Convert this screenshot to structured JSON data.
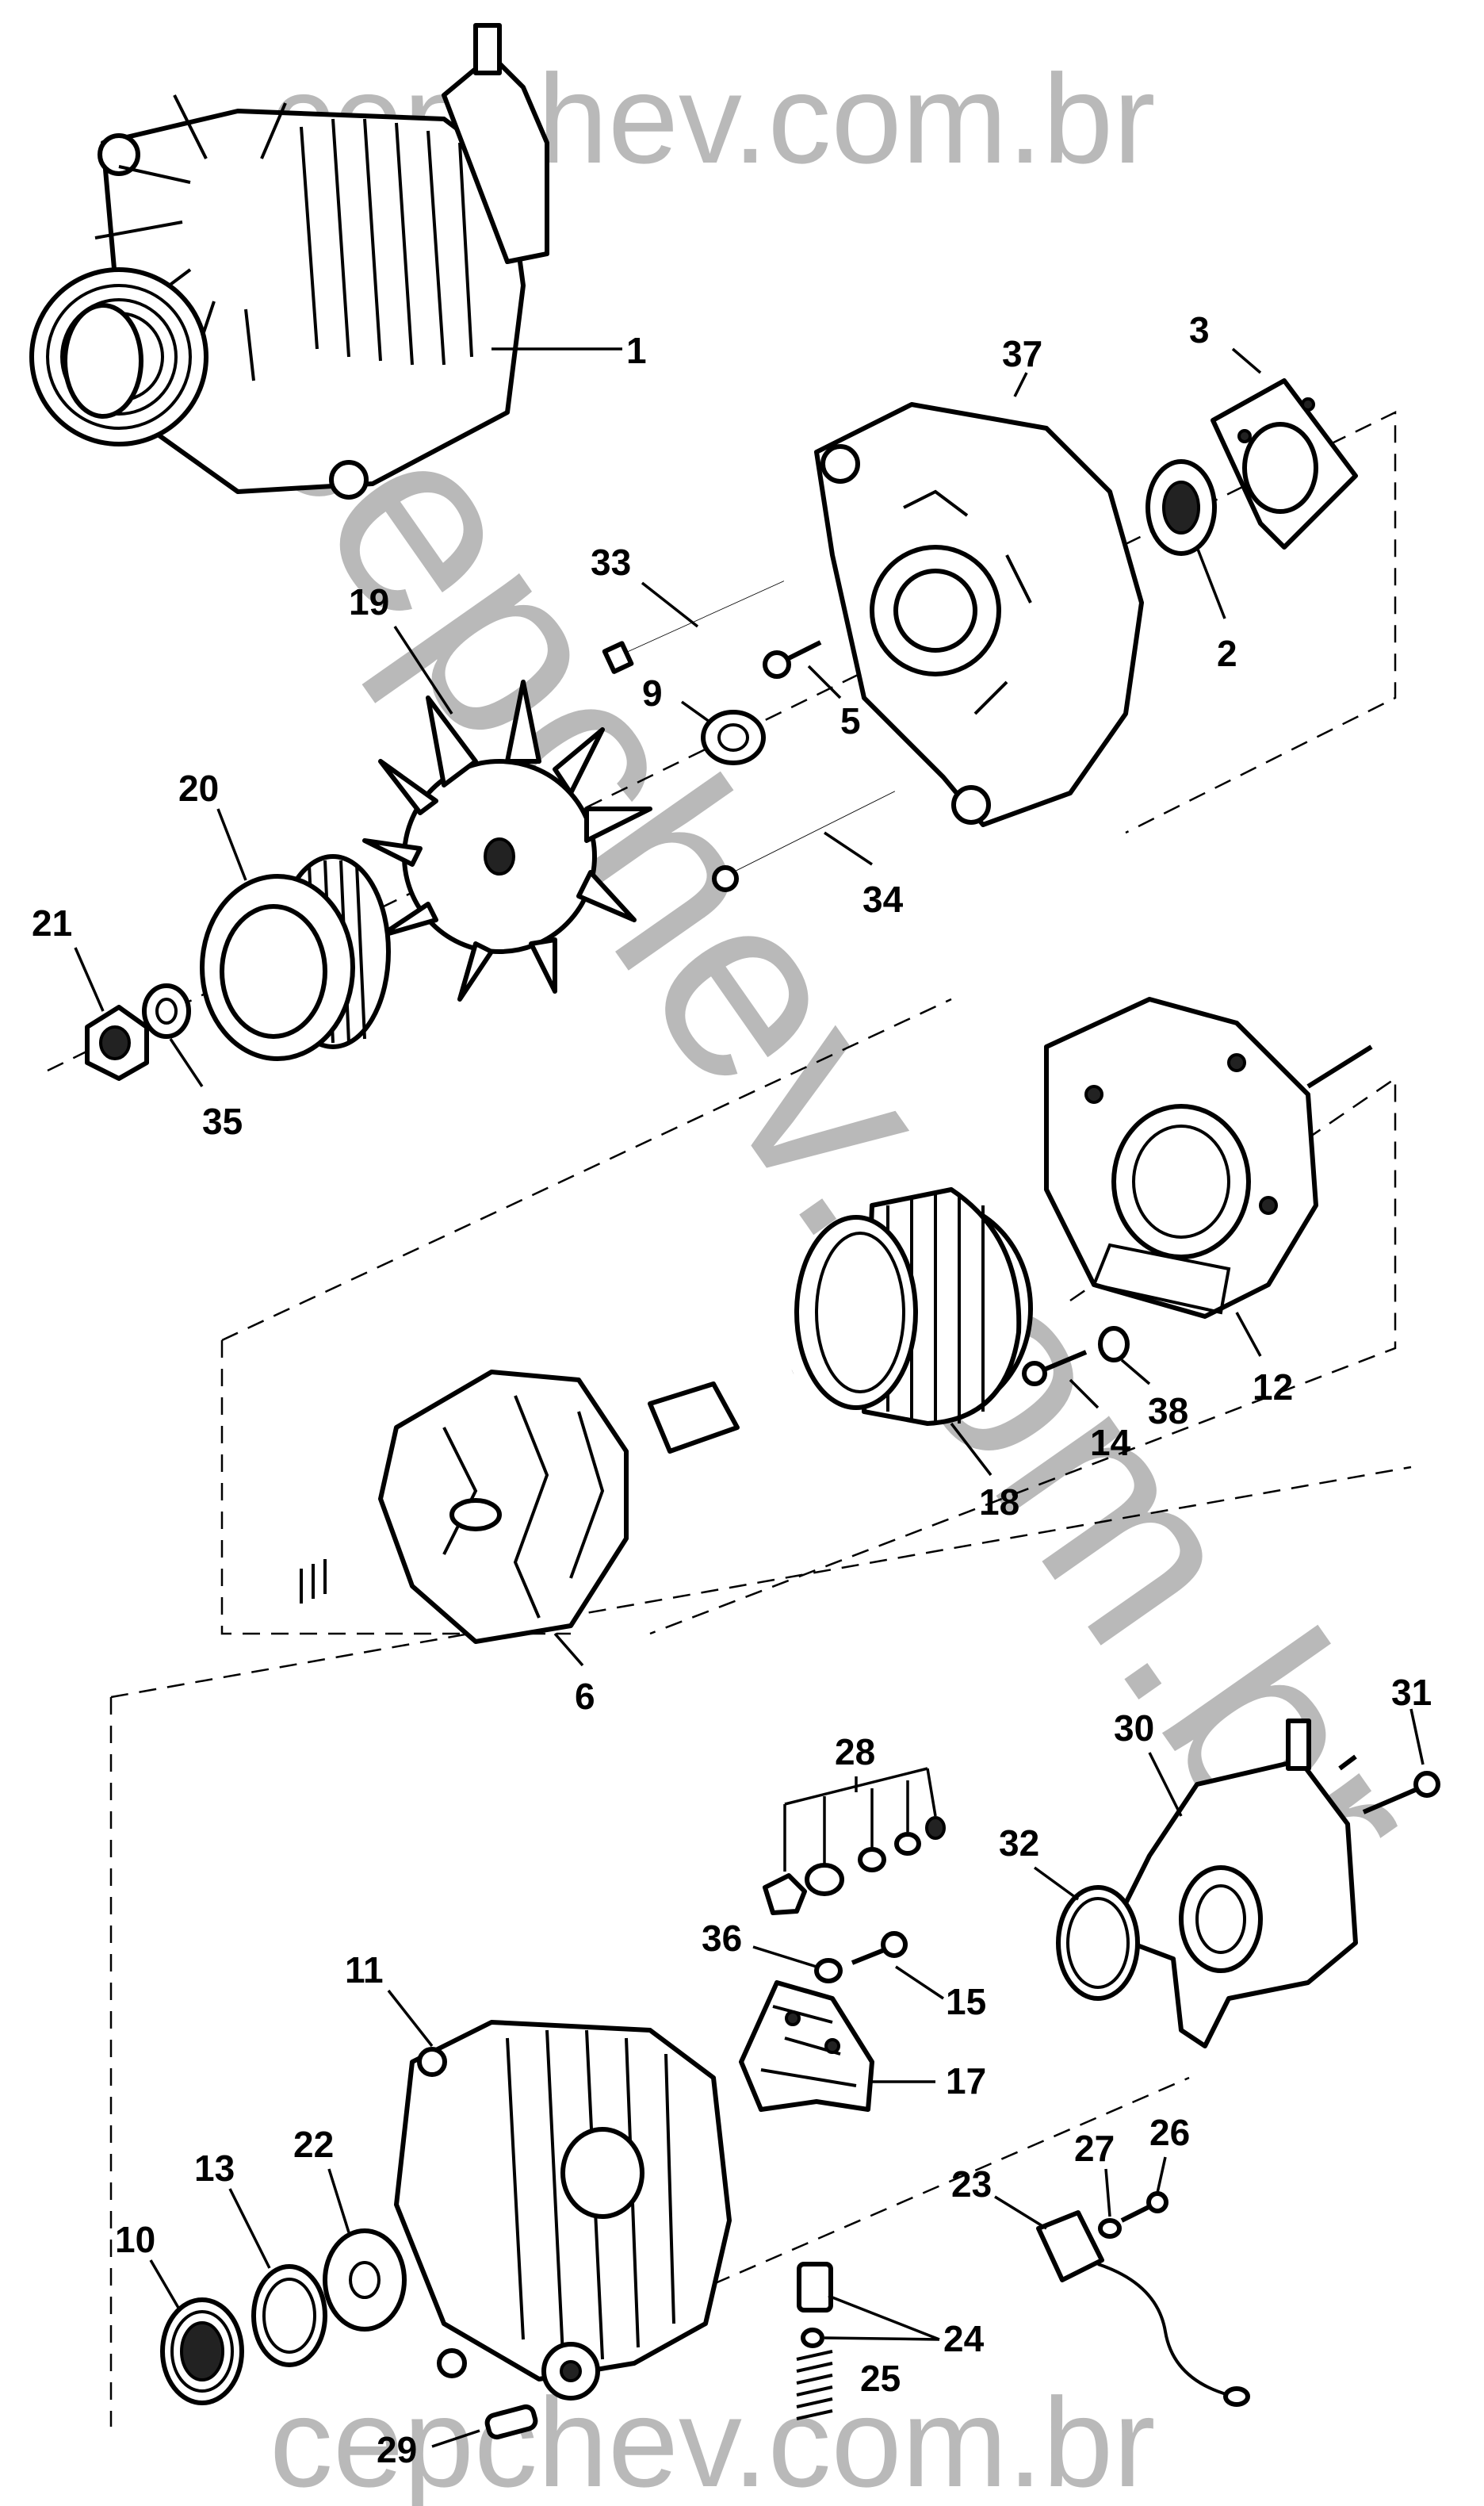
{
  "watermarks": {
    "top": "cepchev.com.br",
    "diagonal": "cepchev.com.br",
    "bottom": "cepchev.com.br"
  },
  "labels": {
    "p1": "1",
    "p2": "2",
    "p3": "3",
    "p5": "5",
    "p6": "6",
    "p9": "9",
    "p10": "10",
    "p11": "11",
    "p12": "12",
    "p13": "13",
    "p14": "14",
    "p15": "15",
    "p17": "17",
    "p18": "18",
    "p19": "19",
    "p20": "20",
    "p21": "21",
    "p22": "22",
    "p23": "23",
    "p24": "24",
    "p25": "25",
    "p26": "26",
    "p27": "27",
    "p28": "28",
    "p29": "29",
    "p30": "30",
    "p31": "31",
    "p32": "32",
    "p33": "33",
    "p34": "34",
    "p35": "35",
    "p36": "36",
    "p37": "37",
    "p38": "38"
  }
}
